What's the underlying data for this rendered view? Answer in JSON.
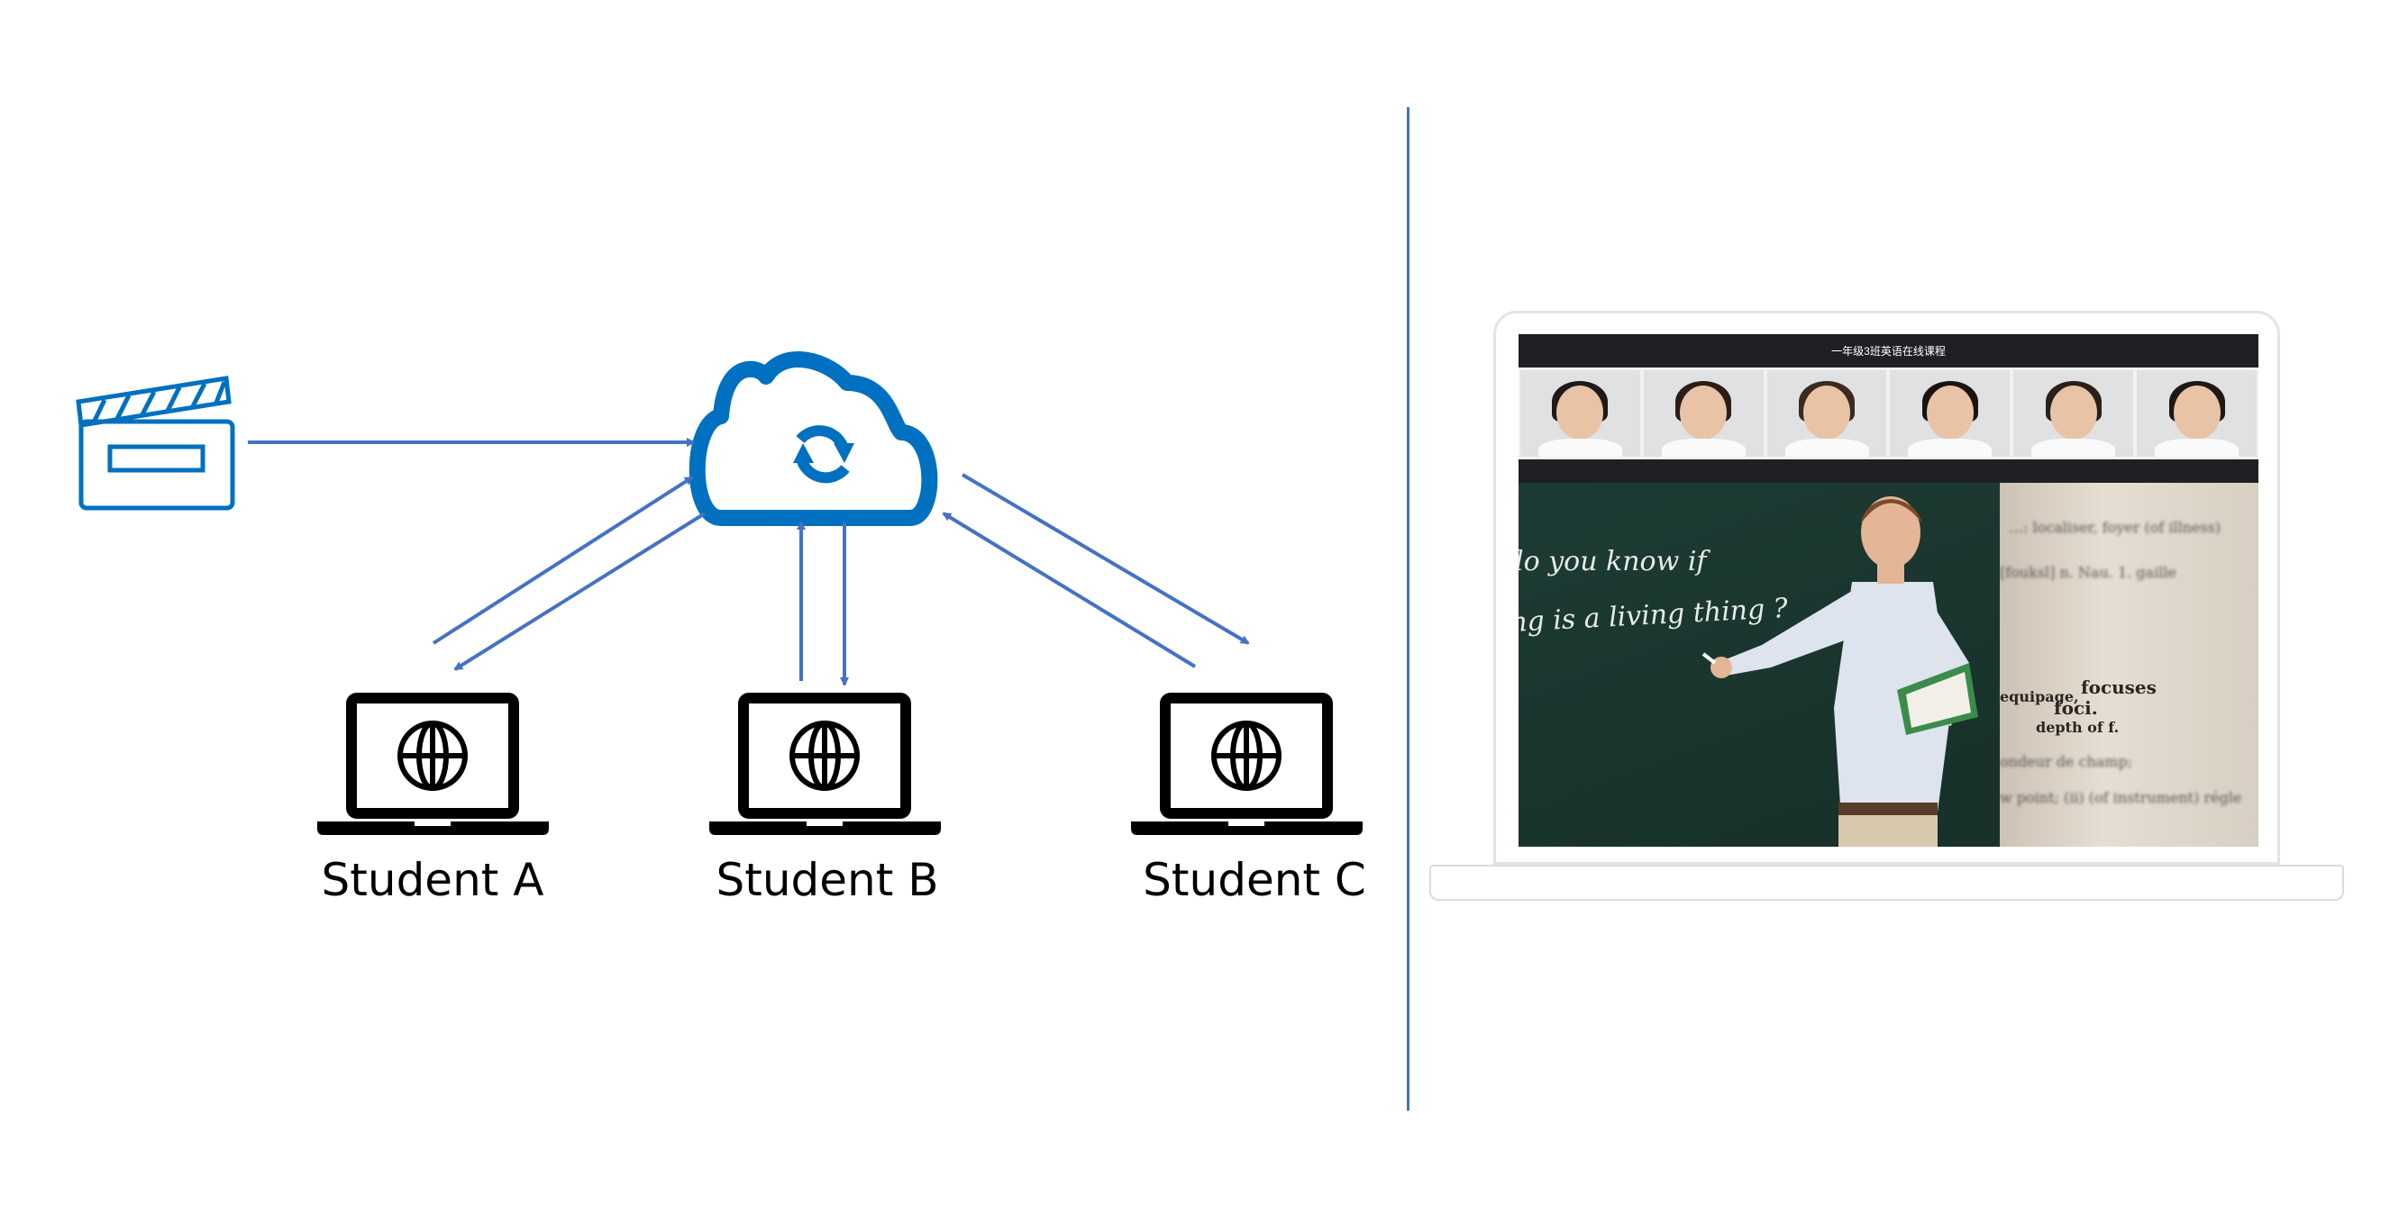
{
  "diagram": {
    "students": [
      {
        "label": "Student A"
      },
      {
        "label": "Student B"
      },
      {
        "label": "Student C"
      }
    ],
    "icons": {
      "source": "clapperboard-icon",
      "server": "cloud-sync-icon",
      "client": "laptop-globe-icon"
    },
    "colors": {
      "arrow": "#4472c4",
      "icon_blue": "#0070c0",
      "divider": "#4472c4"
    }
  },
  "classroom": {
    "title": "一年级3班英语在线课程",
    "student_count": 6,
    "chalkboard": {
      "line1": "lo you know if",
      "line2": "ng  is a  living  thing ?"
    },
    "dictionary_words": [
      "foci.",
      "focuses",
      "equipage,",
      "depth of f.",
      "ondeur de champ;"
    ]
  }
}
